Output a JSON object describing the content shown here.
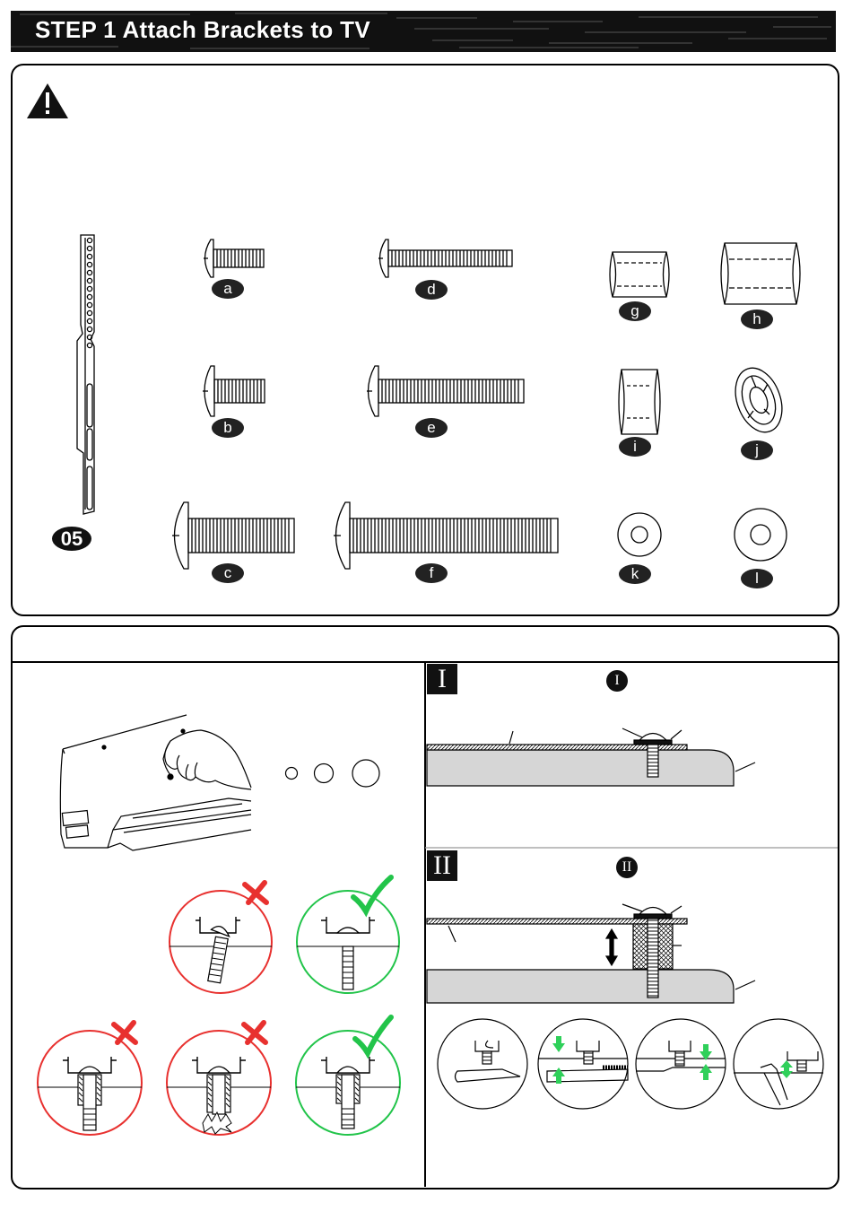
{
  "header": {
    "title": "STEP 1 Attach Brackets to TV"
  },
  "parts": {
    "bracket_label": "05",
    "screw_labels": [
      "a",
      "b",
      "c",
      "d",
      "e",
      "f"
    ],
    "spacer_labels": [
      "g",
      "h",
      "i",
      "j"
    ],
    "washer_labels": [
      "k",
      "l"
    ]
  },
  "steps": {
    "step1": "I",
    "step2": "II"
  },
  "colors": {
    "wrong": "#e8312f",
    "right": "#22c44a",
    "arrow": "#2fd05a",
    "panel_border": "#000000"
  },
  "icons": {
    "warning": "warning-triangle-icon",
    "wrong": "red-x-icon",
    "right": "green-check-icon"
  }
}
